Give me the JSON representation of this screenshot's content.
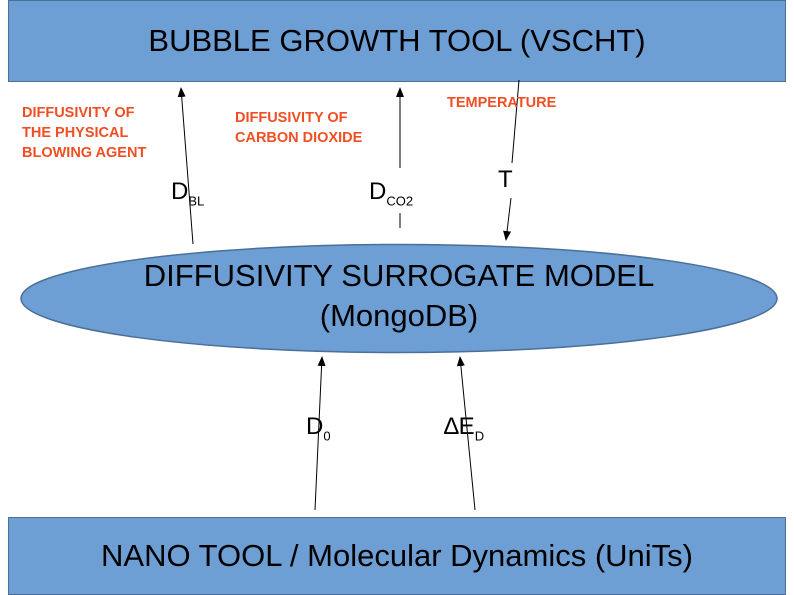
{
  "top_box": {
    "title": "BUBBLE GROWTH TOOL (VSCHT)"
  },
  "middle_node": {
    "line1": "DIFFUSIVITY SURROGATE MODEL",
    "line2": "(MongoDB)"
  },
  "bottom_box": {
    "title": "NANO TOOL / Molecular Dynamics (UniTs)"
  },
  "annotations": {
    "physical_blowing_agent": [
      "DIFFUSIVITY OF",
      "THE PHYSICAL",
      "BLOWING AGENT"
    ],
    "carbon_dioxide": [
      "DIFFUSIVITY OF",
      "CARBON DIOXIDE"
    ],
    "temperature": "TEMPERATURE"
  },
  "variables": {
    "d_bl": {
      "main": "D",
      "sub": "BL"
    },
    "d_co2": {
      "main": "D",
      "sub": "CO2"
    },
    "t": {
      "main": "T"
    },
    "d0": {
      "main": "D",
      "sub": "0"
    },
    "delta_ed": {
      "main": "∆E",
      "sub": "D"
    }
  },
  "colors": {
    "box_fill": "#6d9ed4",
    "box_border": "#4a6f98",
    "annotation_text": "#f04e23",
    "text": "#000000"
  }
}
